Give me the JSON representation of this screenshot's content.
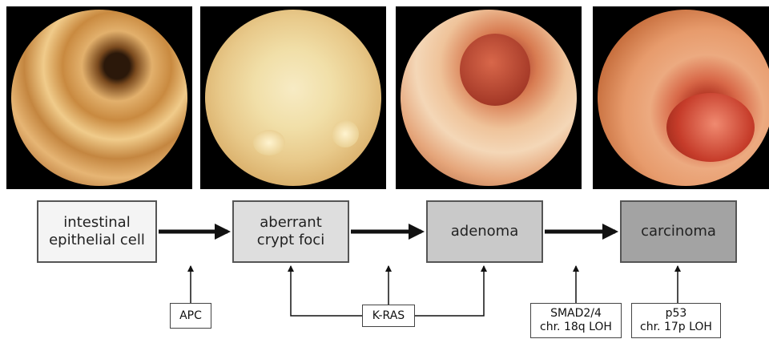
{
  "photos": [
    {
      "name": "normal-colon-photo"
    },
    {
      "name": "aberrant-crypt-foci-photo"
    },
    {
      "name": "adenoma-photo"
    },
    {
      "name": "carcinoma-photo"
    }
  ],
  "stages": [
    {
      "line1": "intestinal",
      "line2": "epithelial cell"
    },
    {
      "line1": "aberrant",
      "line2": "crypt foci"
    },
    {
      "line1": "adenoma",
      "line2": ""
    },
    {
      "line1": "carcinoma",
      "line2": ""
    }
  ],
  "mutations": {
    "apc": {
      "line1": "APC"
    },
    "kras": {
      "line1": "K-RAS"
    },
    "smad": {
      "line1": "SMAD2/4",
      "line2": "chr. 18q LOH"
    },
    "p53": {
      "line1": "p53",
      "line2": "chr. 17p LOH"
    }
  },
  "colors": {
    "stage_fills": [
      "#f4f4f4",
      "#dedede",
      "#c9c9c9",
      "#a3a3a3"
    ],
    "arrow": "#111111"
  }
}
